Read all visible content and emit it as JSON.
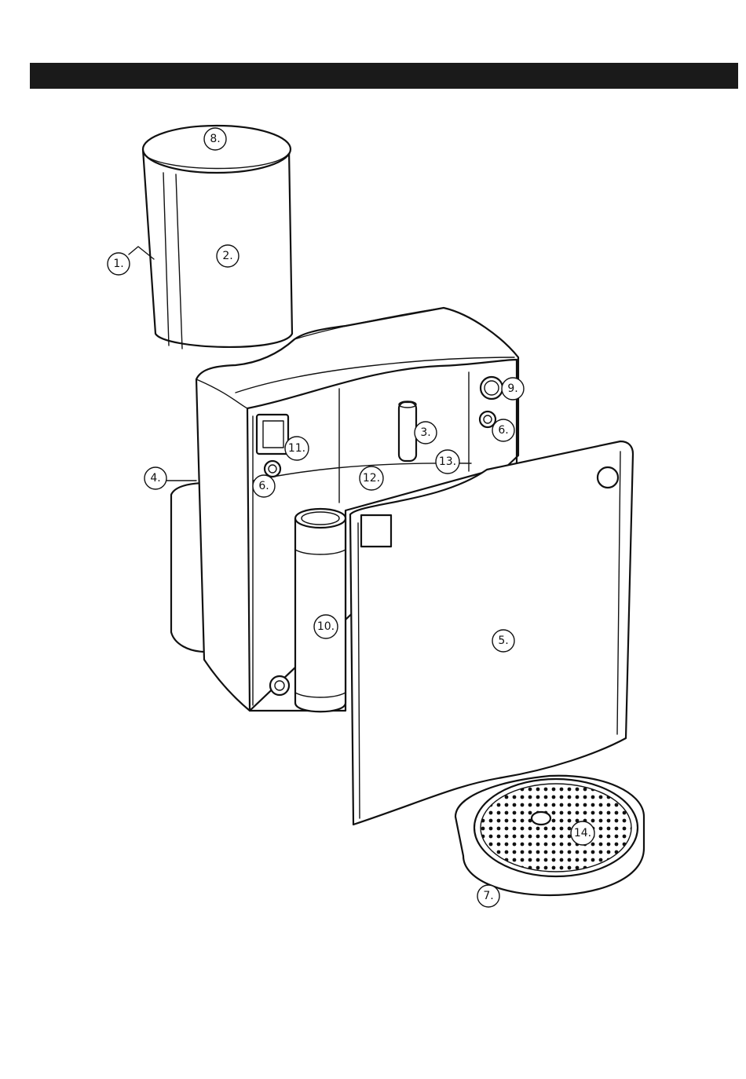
{
  "callouts": {
    "c1": "1.",
    "c2": "2.",
    "c3": "3.",
    "c4": "4.",
    "c5": "5.",
    "c6a": "6.",
    "c6b": "6.",
    "c7": "7.",
    "c8": "8.",
    "c9": "9.",
    "c10": "10.",
    "c11": "11.",
    "c12": "12.",
    "c13": "13.",
    "c14": "14."
  },
  "colors": {
    "header_bar": "#1a1a1a",
    "line": "#111111",
    "background": "#ffffff"
  }
}
